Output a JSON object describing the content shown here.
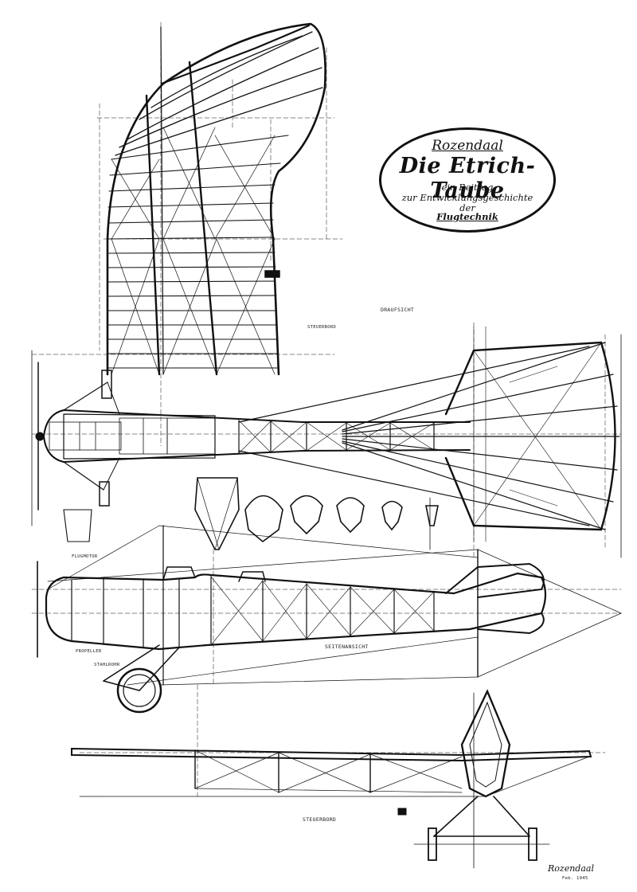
{
  "cartouche": {
    "author": "Rozendaal",
    "title": "Die Etrich-Taube",
    "line1": "ein Beitrag",
    "line2": "zur Entwicklungsgeschichte",
    "line3": "der",
    "line4": "Flugtechnik"
  },
  "labels": {
    "draufsicht": "DRAUFSICHT",
    "steuerbord": "STEUERBORD",
    "seitenansicht": "SEITENANSICHT",
    "steuerbord_front": "STEUERBORD",
    "propeller": "PROPELLER",
    "flugmotor": "FLUGMOTOR",
    "stahlrohr": "STAHLROHR"
  },
  "signature": "Rozendaal",
  "signature_date": "Feb. 1945"
}
